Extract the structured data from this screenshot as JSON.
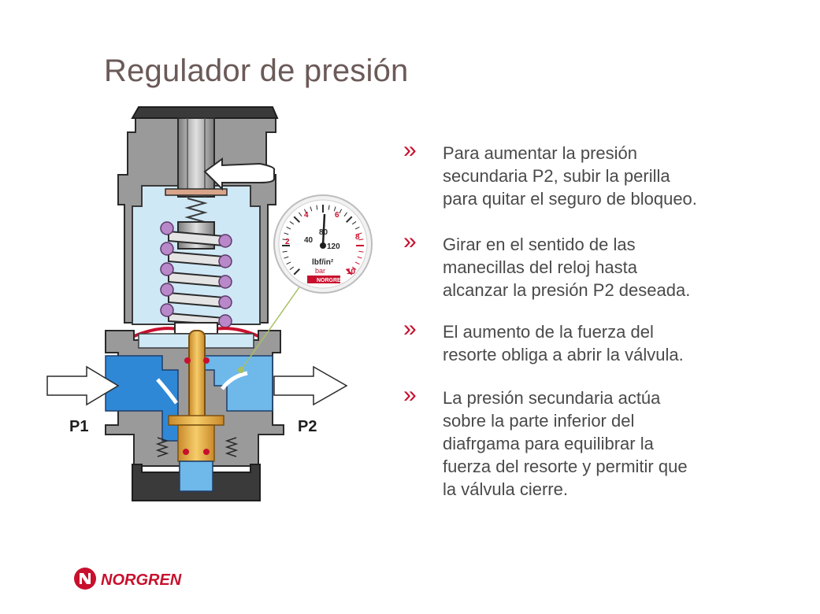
{
  "title": "Regulador de presión",
  "labels": {
    "p1": "P1",
    "p2": "P2"
  },
  "gauge": {
    "outer_ticks": [
      "2",
      "4",
      "6",
      "8",
      "10"
    ],
    "inner_ticks": [
      "40",
      "80",
      "120"
    ],
    "units_psi": "lbf/in²",
    "units_bar": "bar",
    "brand": "NORGREN"
  },
  "bullets": {
    "marker": "»",
    "items": [
      "Para aumentar la presión\nsecundaria P2, subir la perilla\npara quitar el seguro de bloqueo.",
      "Girar en el sentido de las\nmanecillas del reloj hasta\nalcanzar la presión P2 deseada.",
      "El aumento de la fuerza del\nresorte obliga a abrir la válvula.",
      "La presión secundaria actúa\nsobre la parte inferior del\ndiafrgama para equilibrar la\nfuerza del resorte y permitir que\nla válvula cierre."
    ]
  },
  "footer": {
    "brand": "NORGREN"
  },
  "colors": {
    "accent": "#c8102e",
    "body_gray": "#9a9a9a",
    "dark_gray": "#3a3a3a",
    "light_blue": "#cfe8f6",
    "mid_blue": "#6fb8ea",
    "deep_blue": "#2f88d6",
    "spring_purple": "#b888c8",
    "valve_gold": "#e8b040"
  }
}
